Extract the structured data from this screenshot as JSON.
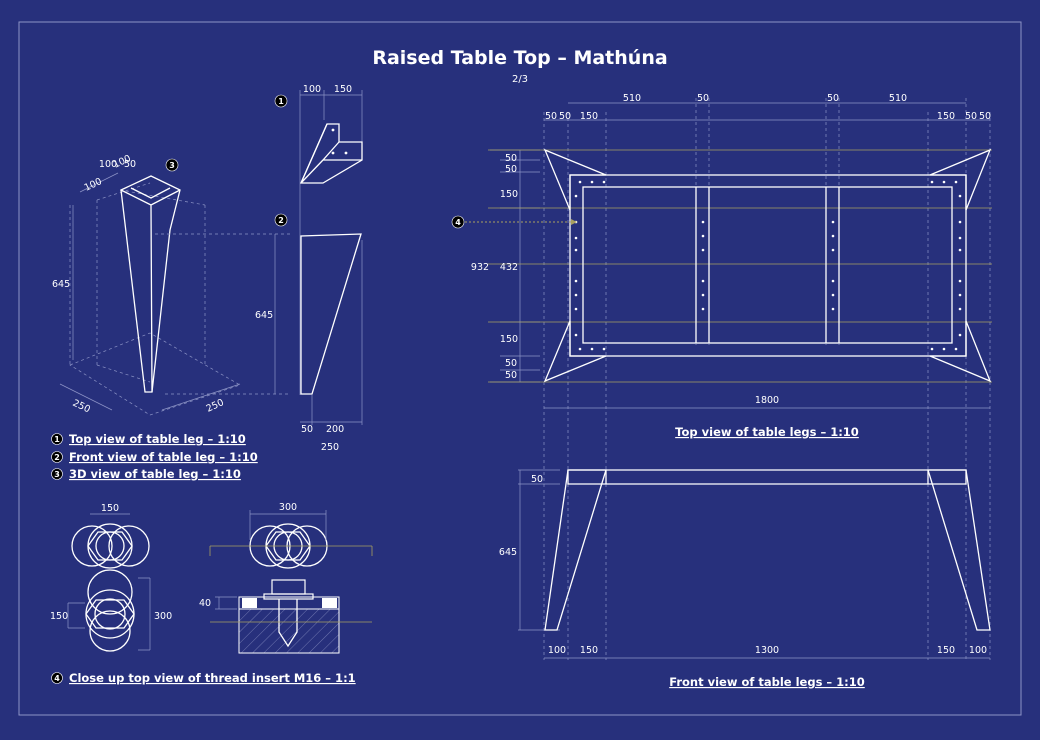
{
  "title": "Raised Table Top – Mathúna",
  "page_number": "2/3",
  "badges": [
    "1",
    "2",
    "3",
    "4"
  ],
  "legend": [
    {
      "num": "1",
      "text": "Top view of table leg – 1:10"
    },
    {
      "num": "2",
      "text": "Front view of table leg – 1:10"
    },
    {
      "num": "3",
      "text": "3D view of table leg – 1:10"
    },
    {
      "num": "4",
      "text": "Close up top view of thread insert M16 – 1:1"
    }
  ],
  "captions": {
    "top_view": "Top view of table legs – 1:10",
    "front_view": "Front view of table legs – 1:10"
  },
  "dims": {
    "leg3d": {
      "top_a": "100",
      "top_b": "50",
      "top_c": "100",
      "side": "100",
      "height": "645",
      "base_left": "250",
      "base_right": "250"
    },
    "legtop": {
      "a": "100",
      "b": "150"
    },
    "legfront": {
      "height": "645",
      "bottom_a": "50",
      "bottom_b": "200",
      "bottom_total": "250"
    },
    "insert": {
      "w150": "150",
      "w300": "300",
      "h150": "150",
      "h300": "300",
      "depth40": "40"
    },
    "topview": {
      "row1": [
        "510",
        "50",
        "50",
        "510"
      ],
      "row2": [
        "50",
        "50",
        "150",
        "150",
        "50",
        "50"
      ],
      "left": [
        "50",
        "50",
        "150",
        "432",
        "150",
        "50",
        "50"
      ],
      "total_h": "932",
      "total_w": "1800"
    },
    "frontview": {
      "top": "50",
      "height": "645",
      "bottom": [
        "100",
        "150",
        "1300",
        "150",
        "100"
      ]
    }
  },
  "colors": {
    "background": "#27307c",
    "line": "#ffffff",
    "dimension": "#8d94c6",
    "accent": "#a8a060"
  }
}
